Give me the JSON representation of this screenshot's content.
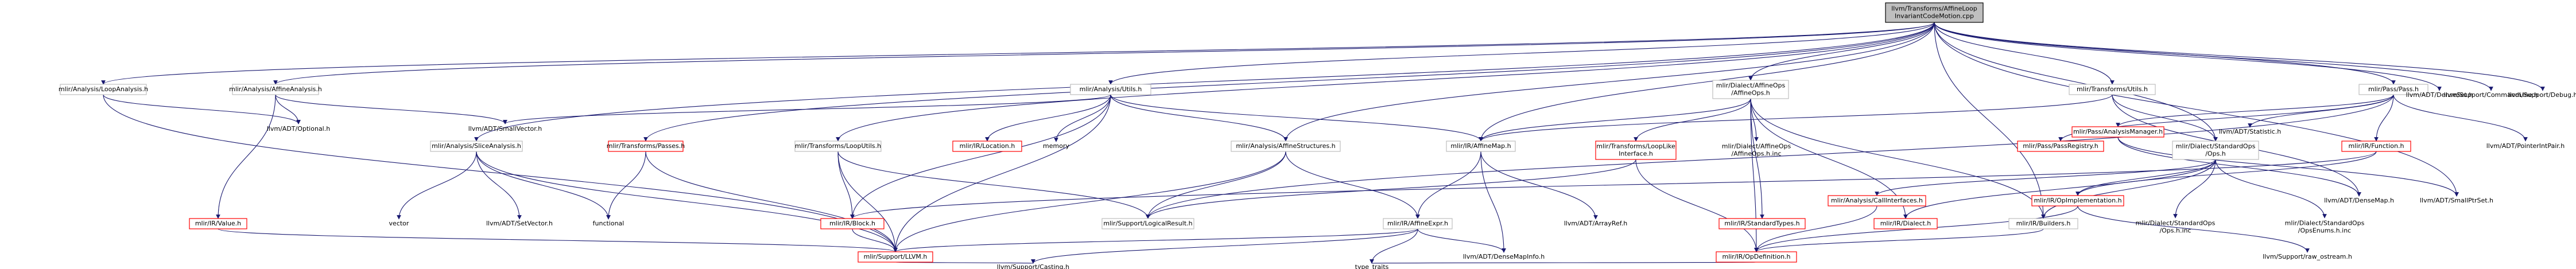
{
  "nodes": [
    {
      "id": "root",
      "lines": [
        "llvm/Transforms/AffineLoop",
        "InvariantCodeMotion.cpp"
      ],
      "kind": "root"
    },
    {
      "id": "loopanalysis",
      "lines": [
        "mlir/Analysis/LoopAnalysis.h"
      ],
      "kind": "link"
    },
    {
      "id": "affineanalysis",
      "lines": [
        "mlir/Analysis/AffineAnalysis.h"
      ],
      "kind": "link"
    },
    {
      "id": "analysisutils",
      "lines": [
        "mlir/Analysis/Utils.h"
      ],
      "kind": "link"
    },
    {
      "id": "affineops",
      "lines": [
        "mlir/Dialect/AffineOps",
        "/AffineOps.h"
      ],
      "kind": "link"
    },
    {
      "id": "transformsutils",
      "lines": [
        "mlir/Transforms/Utils.h"
      ],
      "kind": "link"
    },
    {
      "id": "passpass",
      "lines": [
        "mlir/Pass/Pass.h"
      ],
      "kind": "link"
    },
    {
      "id": "densesetroot",
      "lines": [
        "llvm/ADT/DenseSet.h"
      ],
      "kind": "noframe"
    },
    {
      "id": "commandline",
      "lines": [
        "llvm/Support/CommandLine.h"
      ],
      "kind": "noframe"
    },
    {
      "id": "debug",
      "lines": [
        "llvm/Support/Debug.h"
      ],
      "kind": "noframe"
    },
    {
      "id": "optional",
      "lines": [
        "llvm/ADT/Optional.h"
      ],
      "kind": "noframe"
    },
    {
      "id": "smallvector",
      "lines": [
        "llvm/ADT/SmallVector.h"
      ],
      "kind": "noframe"
    },
    {
      "id": "sliceanalysis",
      "lines": [
        "mlir/Analysis/SliceAnalysis.h"
      ],
      "kind": "link"
    },
    {
      "id": "transformspasses",
      "lines": [
        "mlir/Transforms/Passes.h"
      ],
      "kind": "red"
    },
    {
      "id": "looputils",
      "lines": [
        "mlir/Transforms/LoopUtils.h"
      ],
      "kind": "link"
    },
    {
      "id": "location",
      "lines": [
        "mlir/IR/Location.h"
      ],
      "kind": "red"
    },
    {
      "id": "memory",
      "lines": [
        "memory"
      ],
      "kind": "noframe"
    },
    {
      "id": "affinestructures",
      "lines": [
        "mlir/Analysis/AffineStructures.h"
      ],
      "kind": "link"
    },
    {
      "id": "affinemap",
      "lines": [
        "mlir/IR/AffineMap.h"
      ],
      "kind": "link"
    },
    {
      "id": "looplikeinterface",
      "lines": [
        "mlir/Transforms/LoopLike",
        "Interface.h"
      ],
      "kind": "red"
    },
    {
      "id": "affineopsinc",
      "lines": [
        "mlir/Dialect/AffineOps",
        "/AffineOps.h.inc"
      ],
      "kind": "noframe"
    },
    {
      "id": "passregistry",
      "lines": [
        "mlir/Pass/PassRegistry.h"
      ],
      "kind": "red"
    },
    {
      "id": "standardops",
      "lines": [
        "mlir/Dialect/StandardOps",
        "/Ops.h"
      ],
      "kind": "link"
    },
    {
      "id": "function",
      "lines": [
        "mlir/IR/Function.h"
      ],
      "kind": "red"
    },
    {
      "id": "pointerintpair",
      "lines": [
        "llvm/ADT/PointerIntPair.h"
      ],
      "kind": "noframe"
    },
    {
      "id": "statistic",
      "lines": [
        "llvm/ADT/Statistic.h"
      ],
      "kind": "noframe"
    },
    {
      "id": "analysismanager",
      "lines": [
        "mlir/Pass/AnalysisManager.h"
      ],
      "kind": "red"
    },
    {
      "id": "value",
      "lines": [
        "mlir/IR/Value.h"
      ],
      "kind": "red"
    },
    {
      "id": "vector",
      "lines": [
        "vector"
      ],
      "kind": "noframe"
    },
    {
      "id": "setvector",
      "lines": [
        "llvm/ADT/SetVector.h"
      ],
      "kind": "noframe"
    },
    {
      "id": "functional",
      "lines": [
        "functional"
      ],
      "kind": "noframe"
    },
    {
      "id": "block",
      "lines": [
        "mlir/IR/Block.h"
      ],
      "kind": "red"
    },
    {
      "id": "logicalresult",
      "lines": [
        "mlir/Support/LogicalResult.h"
      ],
      "kind": "link"
    },
    {
      "id": "affineexpr",
      "lines": [
        "mlir/IR/AffineExpr.h"
      ],
      "kind": "link"
    },
    {
      "id": "arrayref",
      "lines": [
        "llvm/ADT/ArrayRef.h"
      ],
      "kind": "noframe"
    },
    {
      "id": "standardtypes",
      "lines": [
        "mlir/IR/StandardTypes.h"
      ],
      "kind": "red"
    },
    {
      "id": "dialect",
      "lines": [
        "mlir/IR/Dialect.h"
      ],
      "kind": "red"
    },
    {
      "id": "builders",
      "lines": [
        "mlir/IR/Builders.h"
      ],
      "kind": "link"
    },
    {
      "id": "standardopsinc",
      "lines": [
        "mlir/Dialect/StandardOps",
        "/Ops.h.inc"
      ],
      "kind": "noframe"
    },
    {
      "id": "opsenums",
      "lines": [
        "mlir/Dialect/StandardOps",
        "/OpsEnums.h.inc"
      ],
      "kind": "noframe"
    },
    {
      "id": "callinterfaces",
      "lines": [
        "mlir/Analysis/CallInterfaces.h"
      ],
      "kind": "red"
    },
    {
      "id": "opimplementation",
      "lines": [
        "mlir/IR/OpImplementation.h"
      ],
      "kind": "red"
    },
    {
      "id": "densemap",
      "lines": [
        "llvm/ADT/DenseMap.h"
      ],
      "kind": "noframe"
    },
    {
      "id": "smallptrset",
      "lines": [
        "llvm/ADT/SmallPtrSet.h"
      ],
      "kind": "noframe"
    },
    {
      "id": "llvmh",
      "lines": [
        "mlir/Support/LLVM.h"
      ],
      "kind": "red"
    },
    {
      "id": "densemapinfo",
      "lines": [
        "llvm/ADT/DenseMapInfo.h"
      ],
      "kind": "noframe"
    },
    {
      "id": "opdefinition",
      "lines": [
        "mlir/IR/OpDefinition.h"
      ],
      "kind": "red"
    },
    {
      "id": "rawostream",
      "lines": [
        "llvm/Support/raw_ostream.h"
      ],
      "kind": "noframe"
    },
    {
      "id": "casting",
      "lines": [
        "llvm/Support/Casting.h"
      ],
      "kind": "noframe"
    },
    {
      "id": "typetraits",
      "lines": [
        "type_traits"
      ],
      "kind": "noframe"
    }
  ]
}
